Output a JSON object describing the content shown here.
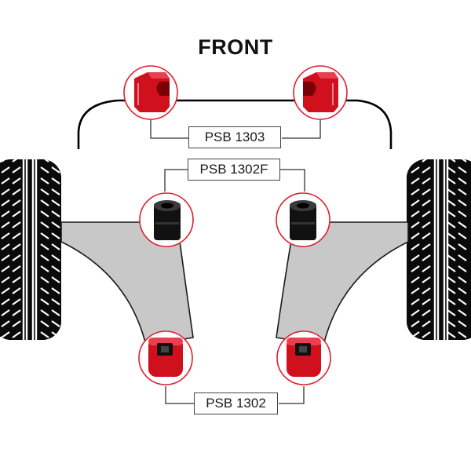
{
  "title": "FRONT",
  "labels": {
    "anti_roll_bar": "PSB 1303",
    "front_bush": "PSB 1302F",
    "rear_bush": "PSB 1302"
  },
  "colors": {
    "bush_red": "#d0101c",
    "callout_ring": "#e0202e",
    "arm_fill": "#c8c8c8",
    "tire_black": "#0a0a0a",
    "line": "#333333"
  },
  "icons": [
    "tire-icon",
    "suspension-arm-icon",
    "anti-roll-bar-bush-icon",
    "rubber-bush-icon",
    "poly-bush-icon"
  ]
}
